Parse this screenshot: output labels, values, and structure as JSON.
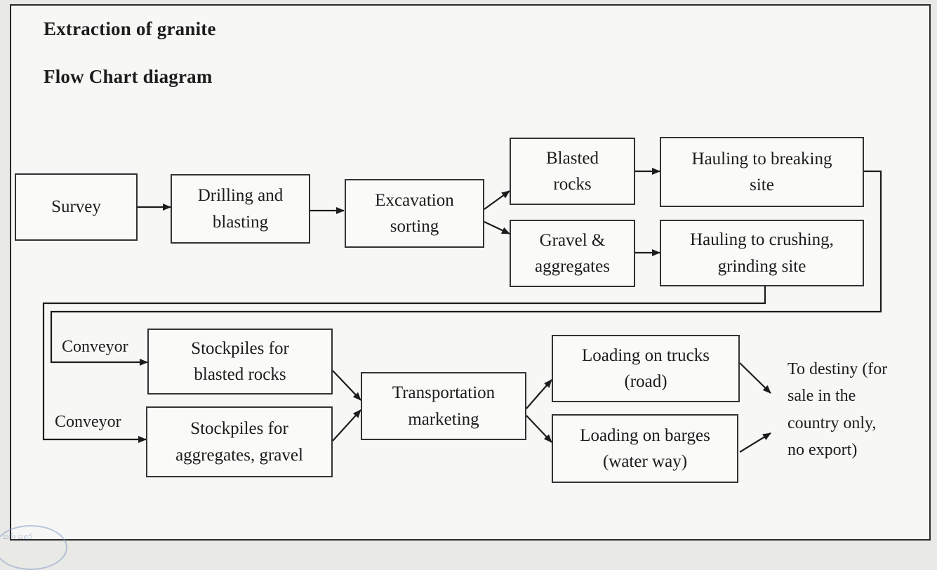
{
  "title": "Extraction of granite",
  "subtitle": "Flow Chart diagram",
  "nodes": {
    "survey": "Survey",
    "drilling": "Drilling and\nblasting",
    "excavation": "Excavation\nsorting",
    "blasted_rocks": "Blasted\nrocks",
    "gravel": "Gravel &\naggregates",
    "hauling_breaking": "Hauling to breaking\nsite",
    "hauling_crushing": "Hauling to crushing,\ngrinding site",
    "stockpile_rocks": "Stockpiles for\nblasted rocks",
    "stockpile_aggregates": "Stockpiles for\naggregates, gravel",
    "transportation": "Transportation\nmarketing",
    "loading_trucks": "Loading on trucks\n(road)",
    "loading_barges": "Loading on barges\n(water way)"
  },
  "labels": {
    "conveyor_1": "Conveyor",
    "conveyor_2": "Conveyor",
    "destination": "To destiny (for\nsale in the\ncountry only,\nno export)"
  },
  "stamp_text": "ර්සා සඳර"
}
